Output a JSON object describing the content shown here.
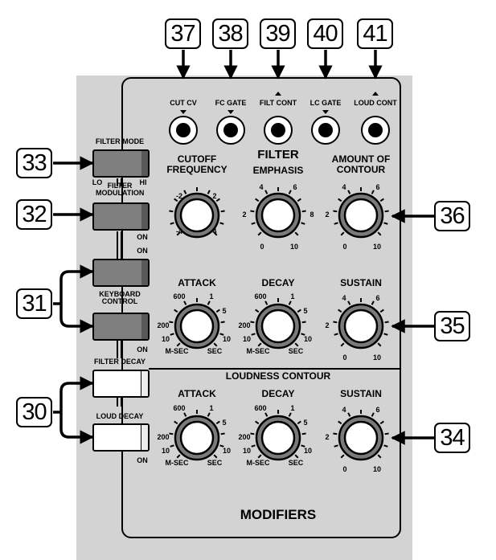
{
  "callouts": {
    "c37": "37",
    "c38": "38",
    "c39": "39",
    "c40": "40",
    "c41": "41",
    "c33": "33",
    "c32": "32",
    "c31": "31",
    "c30": "30",
    "c36": "36",
    "c35": "35",
    "c34": "34"
  },
  "jacks": {
    "cut_cv": "CUT CV",
    "fc_gate": "FC GATE",
    "filt_cont": "FILT CONT",
    "lc_gate": "LC GATE",
    "loud_cont": "LOUD CONT"
  },
  "switches": {
    "filter_mode": "FILTER MODE",
    "lo": "LO",
    "hi": "HI",
    "filter_modulation": "FILTER MODULATION",
    "keyboard_control": "KEYBOARD CONTROL",
    "filter_decay": "FILTER DECAY",
    "loud_decay": "LOUD DECAY",
    "on": "ON"
  },
  "filter_section": {
    "title": "FILTER",
    "cutoff": {
      "label": "CUTOFF FREQUENCY",
      "scale": [
        "-2",
        "2",
        "-4",
        "4"
      ]
    },
    "emphasis": {
      "label": "EMPHASIS",
      "scale": [
        "4",
        "6",
        "2",
        "8",
        "0",
        "10"
      ]
    },
    "contour_amount": {
      "label": "AMOUNT OF CONTOUR",
      "scale": [
        "4",
        "6",
        "2",
        "0",
        "10"
      ]
    },
    "attack": {
      "label": "ATTACK",
      "scale": [
        "600",
        "1",
        "5",
        "200",
        "10",
        "10",
        "M-SEC",
        "SEC"
      ]
    },
    "decay": {
      "label": "DECAY",
      "scale": [
        "600",
        "1",
        "5",
        "200",
        "10",
        "10",
        "M-SEC",
        "SEC"
      ]
    },
    "sustain": {
      "label": "SUSTAIN",
      "scale": [
        "4",
        "6",
        "2",
        "0",
        "10"
      ]
    }
  },
  "loudness_section": {
    "title": "LOUDNESS CONTOUR",
    "attack": {
      "label": "ATTACK",
      "scale": [
        "600",
        "1",
        "5",
        "200",
        "10",
        "10",
        "M-SEC",
        "SEC"
      ]
    },
    "decay": {
      "label": "DECAY",
      "scale": [
        "600",
        "1",
        "5",
        "200",
        "10",
        "10",
        "M-SEC",
        "SEC"
      ]
    },
    "sustain": {
      "label": "SUSTAIN",
      "scale": [
        "4",
        "6",
        "2",
        "0",
        "10"
      ]
    }
  },
  "footer": {
    "title": "MODIFIERS"
  },
  "colors": {
    "panel": "#d3d3d3",
    "switch_dark": "#7f7f7f",
    "switch_light": "#ffffff",
    "knob_ring": "#7a7a7a"
  }
}
